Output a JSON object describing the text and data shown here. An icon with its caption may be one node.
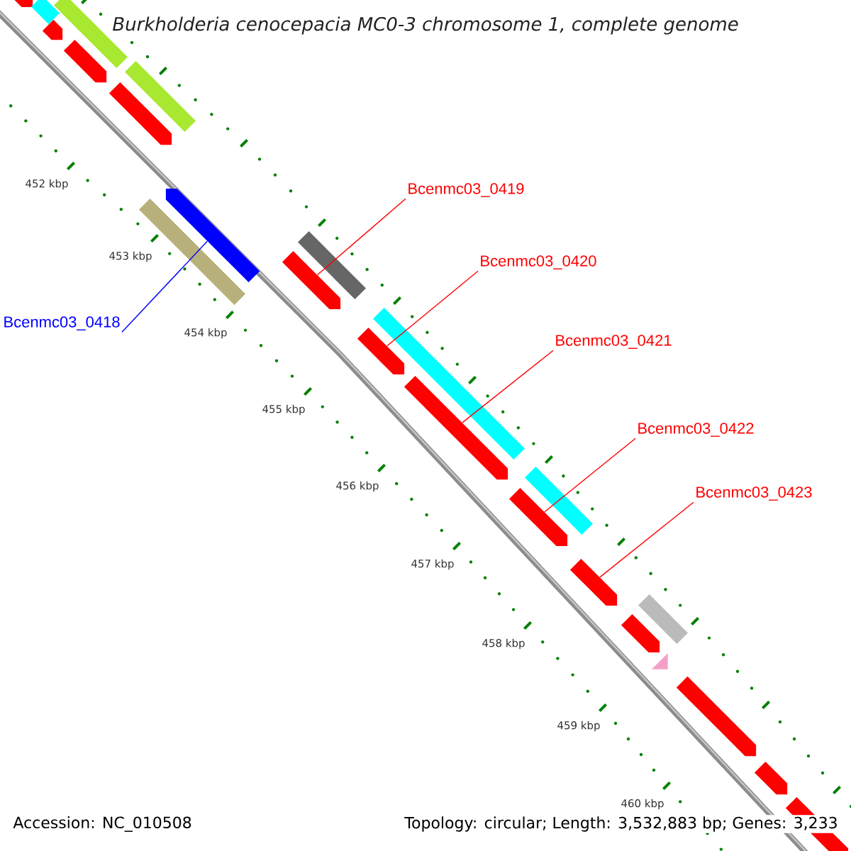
{
  "diagram": {
    "title": "Burkholderia cenocepacia MC0-3 chromosome 1, complete genome",
    "nodes": [
      {
        "text": [
          "Bcenmc03_0418"
        ]
      },
      {
        "text": [
          "Bcenmc03_0419"
        ]
      },
      {
        "text": [
          "Bcenmc03_0420"
        ]
      },
      {
        "text": [
          "Bcenmc03_0421"
        ]
      },
      {
        "text": [
          "Bcenmc03_0422"
        ]
      },
      {
        "text": [
          "Bcenmc03_0423"
        ]
      },
      {
        "text": [],
        "shape": "pentagon"
      },
      {
        "text": [],
        "shape": "box"
      },
      {
        "text": [],
        "shape": "pentagon"
      },
      {
        "text": [],
        "shape": "box"
      },
      {
        "text": [],
        "shape": "pentagon"
      },
      {
        "text": [],
        "shape": "box"
      },
      {
        "text": [],
        "shape": "pentagon"
      },
      {
        "text": [],
        "shape": "box"
      },
      {
        "text": [],
        "shape": "box"
      },
      {
        "text": [],
        "shape": "pentagon"
      },
      {
        "text": [],
        "shape": "pentagon"
      },
      {
        "text": [],
        "shape": "box"
      },
      {
        "text": [],
        "shape": "pentagon"
      },
      {
        "text": [],
        "shape": "box"
      },
      {
        "text": [],
        "shape": "pentagon"
      },
      {
        "text": [],
        "shape": "pentagon"
      },
      {
        "text": [],
        "shape": "box"
      },
      {
        "text": [],
        "shape": "pentagon"
      },
      {
        "text": [],
        "shape": "pentagon"
      },
      {
        "text": [],
        "shape": "box"
      },
      {
        "text": [],
        "shape": "triangle"
      },
      {
        "text": [],
        "shape": "pentagon"
      },
      {
        "text": [],
        "shape": "pentagon"
      },
      {
        "text": [],
        "shape": "pentagon"
      }
    ],
    "edges": [
      {
        "from": 0,
        "to": 15,
        "arrow": "none",
        "color": "#0000ff"
      },
      {
        "from": 1,
        "to": 16,
        "arrow": "none"
      },
      {
        "from": 2,
        "to": 18,
        "arrow": "none"
      },
      {
        "from": 3,
        "to": 20,
        "arrow": "none"
      },
      {
        "from": 4,
        "to": 21,
        "arrow": "none"
      },
      {
        "from": 5,
        "to": 23,
        "arrow": "none"
      }
    ],
    "labels": [
      "452 kbp",
      "453 kbp",
      "454 kbp",
      "455 kbp",
      "456 kbp",
      "457 kbp",
      "458 kbp",
      "459 kbp",
      "460 kbp",
      "Accession: NC_010508",
      "Topology: circular; Length: 3,532,883 bp; Genes: 3,233"
    ]
  }
}
